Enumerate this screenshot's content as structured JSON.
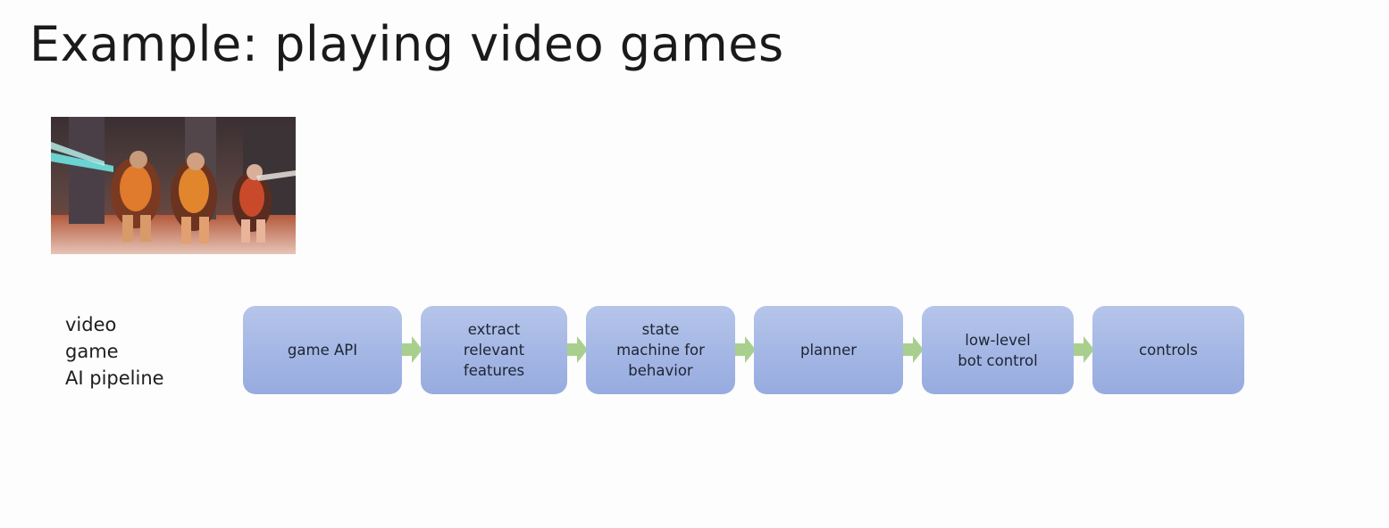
{
  "slide": {
    "title": "Example: playing video games"
  },
  "image": {
    "icon": "game-screenshot-icon",
    "description_kind": "video game characters screenshot"
  },
  "pipeline": {
    "label_lines": [
      "video",
      "game",
      "AI pipeline"
    ],
    "stages": [
      {
        "label": "game API"
      },
      {
        "label": "extract\nrelevant\nfeatures"
      },
      {
        "label": "state\nmachine for\nbehavior"
      },
      {
        "label": "planner"
      },
      {
        "label": "low-level\nbot control"
      },
      {
        "label": "controls"
      }
    ],
    "colors": {
      "box": "#a3b6e4",
      "arrow": "#a9cf8e"
    }
  }
}
